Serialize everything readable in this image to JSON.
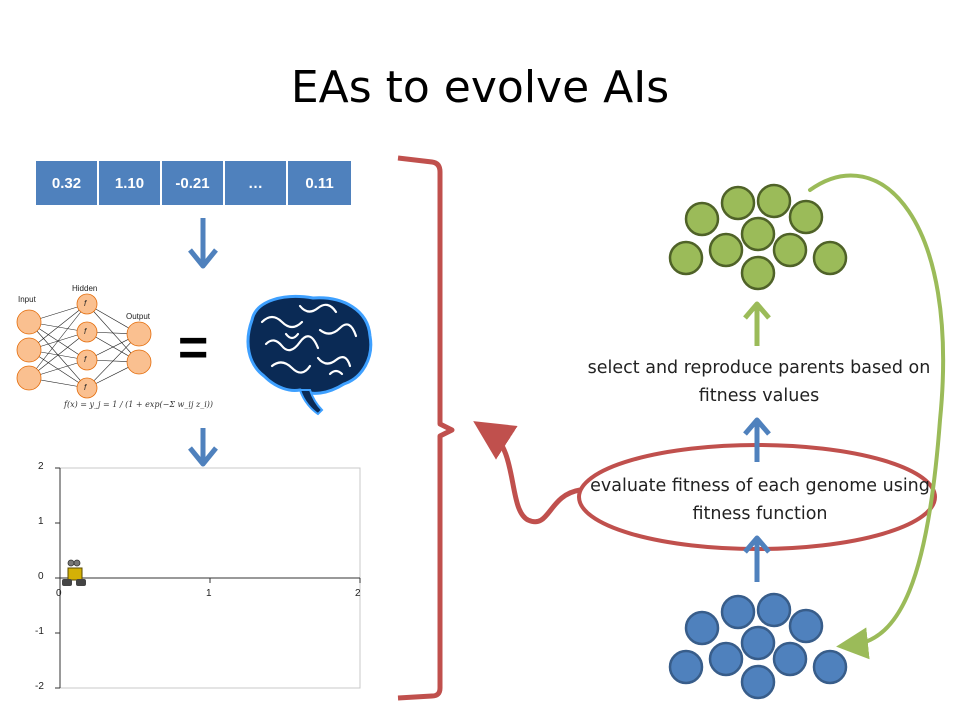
{
  "slide": {
    "title": "EAs to evolve AIs"
  },
  "genome": {
    "values": [
      "0.32",
      "1.10",
      "-0.21",
      "…",
      "0.11"
    ]
  },
  "neural_net": {
    "input_label": "Input",
    "hidden_label": "Hidden",
    "output_label": "Output",
    "node_symbol": "f",
    "formula": "f(x) = y_j = 1 / (1 + exp(−Σ w_ij z_i))"
  },
  "equals_sign": "=",
  "plot": {
    "y_ticks": [
      "2",
      "1",
      "0",
      "-1",
      "-2"
    ],
    "x_ticks": [
      "0",
      "1",
      "2"
    ]
  },
  "cycle": {
    "select_text": "select and reproduce parents based on fitness values",
    "evaluate_text": "evaluate fitness of each genome using fitness function"
  },
  "colors": {
    "blue": "#4f81bd",
    "blue_border": "#385d8a",
    "green": "#9bbb59",
    "green_border": "#4f6228",
    "red": "#c0504d",
    "neuron_fill": "#fac090",
    "brain": "#1f6fb5"
  }
}
